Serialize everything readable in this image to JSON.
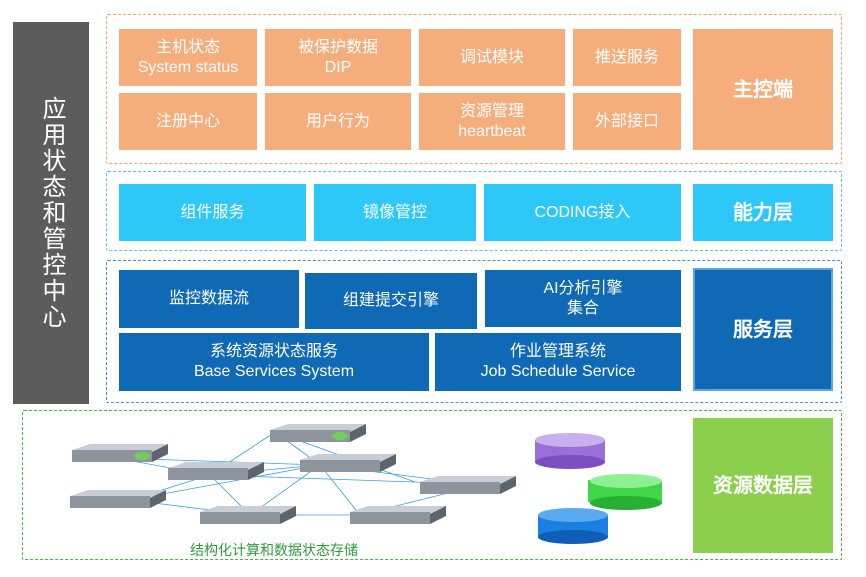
{
  "side_panel": {
    "text": "应用状态和管控中心"
  },
  "master": {
    "label": "主控端",
    "items": [
      {
        "line1": "主机状态",
        "line2": "System status"
      },
      {
        "line1": "被保护数据",
        "line2": "DIP"
      },
      {
        "line1": "调试模块",
        "line2": ""
      },
      {
        "line1": "推送服务",
        "line2": ""
      },
      {
        "line1": "注册中心",
        "line2": ""
      },
      {
        "line1": "用户行为",
        "line2": ""
      },
      {
        "line1": "资源管理",
        "line2": "heartbeat"
      },
      {
        "line1": "外部接口",
        "line2": ""
      }
    ]
  },
  "ability": {
    "label": "能力层",
    "items": [
      {
        "line1": "组件服务"
      },
      {
        "line1": "镜像管控"
      },
      {
        "line1": "CODING接入"
      }
    ]
  },
  "service": {
    "label": "服务层",
    "items": [
      {
        "line1": "监控数据流",
        "line2": ""
      },
      {
        "line1": "组建提交引擎",
        "line2": ""
      },
      {
        "line1": "AI分析引擎",
        "line2": "集合"
      },
      {
        "line1": "系统资源状态服务",
        "line2": "Base Services System"
      },
      {
        "line1": "作业管理系统",
        "line2": "Job Schedule Service"
      }
    ]
  },
  "resource": {
    "label": "资源数据层",
    "caption": "结构化计算和数据状态存储"
  },
  "colors": {
    "orange": "#f5ad7c",
    "cyan": "#2ec8f8",
    "blue": "#0f69b4",
    "green": "#8ccf4d",
    "side": "#5c5c5c"
  }
}
